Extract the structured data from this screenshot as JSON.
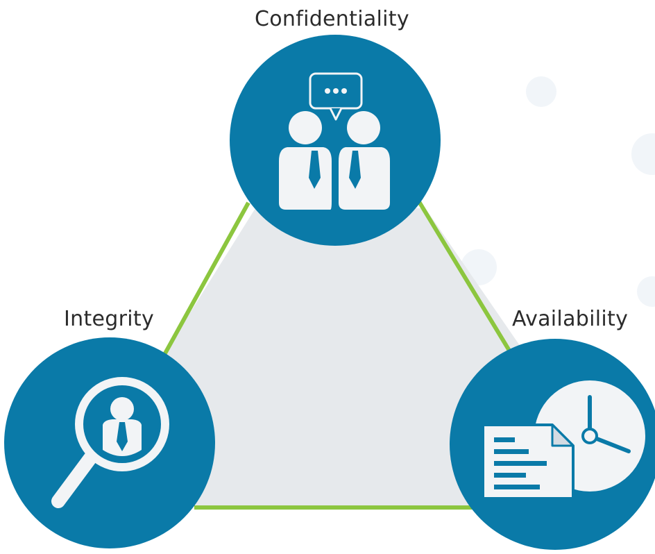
{
  "diagram": {
    "nodes": [
      {
        "id": "confidentiality",
        "label": "Confidentiality",
        "icon": "people-talking-icon"
      },
      {
        "id": "integrity",
        "label": "Integrity",
        "icon": "magnifier-person-icon"
      },
      {
        "id": "availability",
        "label": "Availability",
        "icon": "document-clock-icon"
      }
    ],
    "edges": [
      {
        "from": "confidentiality",
        "to": "integrity"
      },
      {
        "from": "integrity",
        "to": "availability"
      },
      {
        "from": "availability",
        "to": "confidentiality"
      }
    ]
  },
  "colors": {
    "circle": "#0a7aa8",
    "edge": "#8cc63f",
    "triangle_fill": "#e6e9ec",
    "icon": "#f2f4f6",
    "decor": "#f1f5f9"
  }
}
